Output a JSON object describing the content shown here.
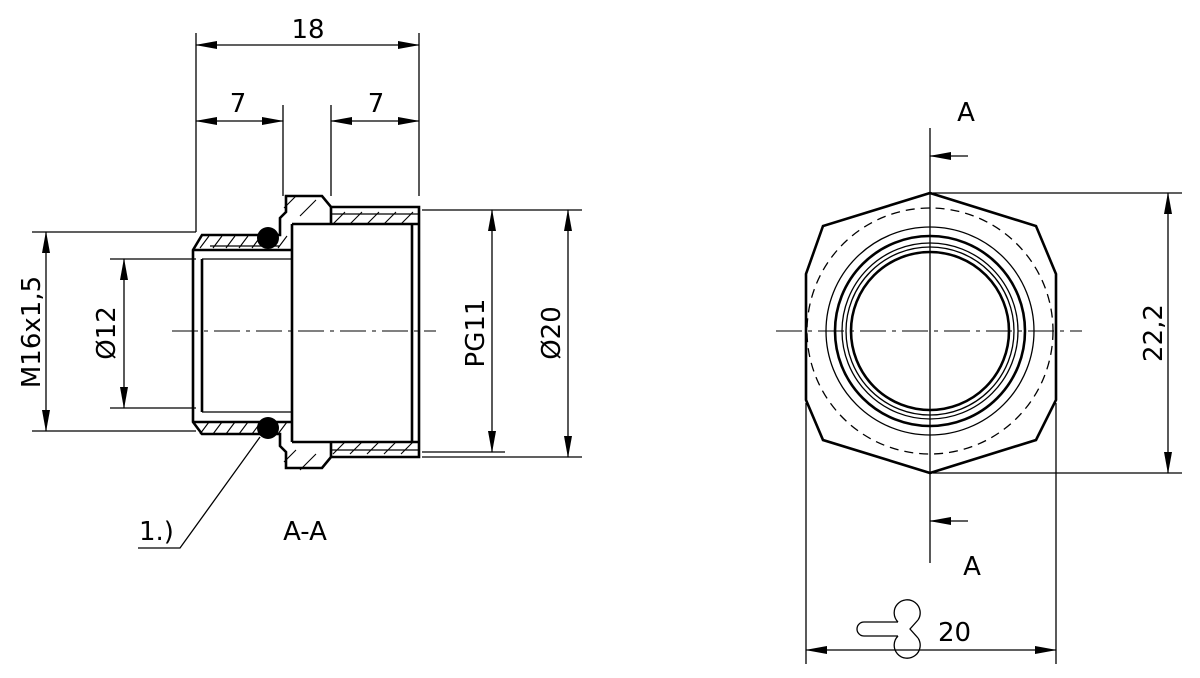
{
  "section_view": {
    "dim_total_length": "18",
    "dim_left_length": "7",
    "dim_right_length": "7",
    "dim_outer_thread": "M16x1,5",
    "dim_bore": "Ø12",
    "dim_inner_thread": "PG11",
    "dim_outer_diameter": "Ø20",
    "callout_oring": "1.)",
    "section_label": "A-A"
  },
  "end_view": {
    "section_marker_top": "A",
    "section_marker_bottom": "A",
    "dim_across_corners": "22,2",
    "dim_across_flats": "20",
    "wrench_icon": "wrench-icon"
  },
  "colors": {
    "line": "#000000",
    "background": "#ffffff"
  }
}
